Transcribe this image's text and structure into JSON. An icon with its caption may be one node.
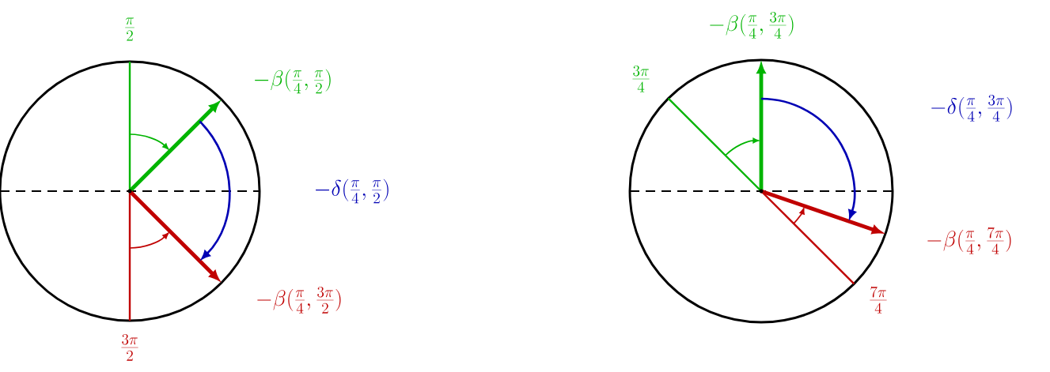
{
  "diagram": {
    "labels": [
      "\\frac{\\pi}{2}",
      "-\\beta(\\frac{\\pi}{4},\\frac{\\pi}{2})",
      "-\\delta(\\frac{\\pi}{4},\\frac{\\pi}{2})",
      "-\\beta(\\frac{\\pi}{4},\\frac{3\\pi}{2})",
      "\\frac{3\\pi}{2}",
      "-\\beta(\\frac{\\pi}{4},\\frac{3\\pi}{4})",
      "\\frac{3\\pi}{4}",
      "-\\delta(\\frac{\\pi}{4},\\frac{3\\pi}{4})",
      "-\\beta(\\frac{\\pi}{4},\\frac{7\\pi}{4})",
      "\\frac{7\\pi}{4}"
    ]
  }
}
